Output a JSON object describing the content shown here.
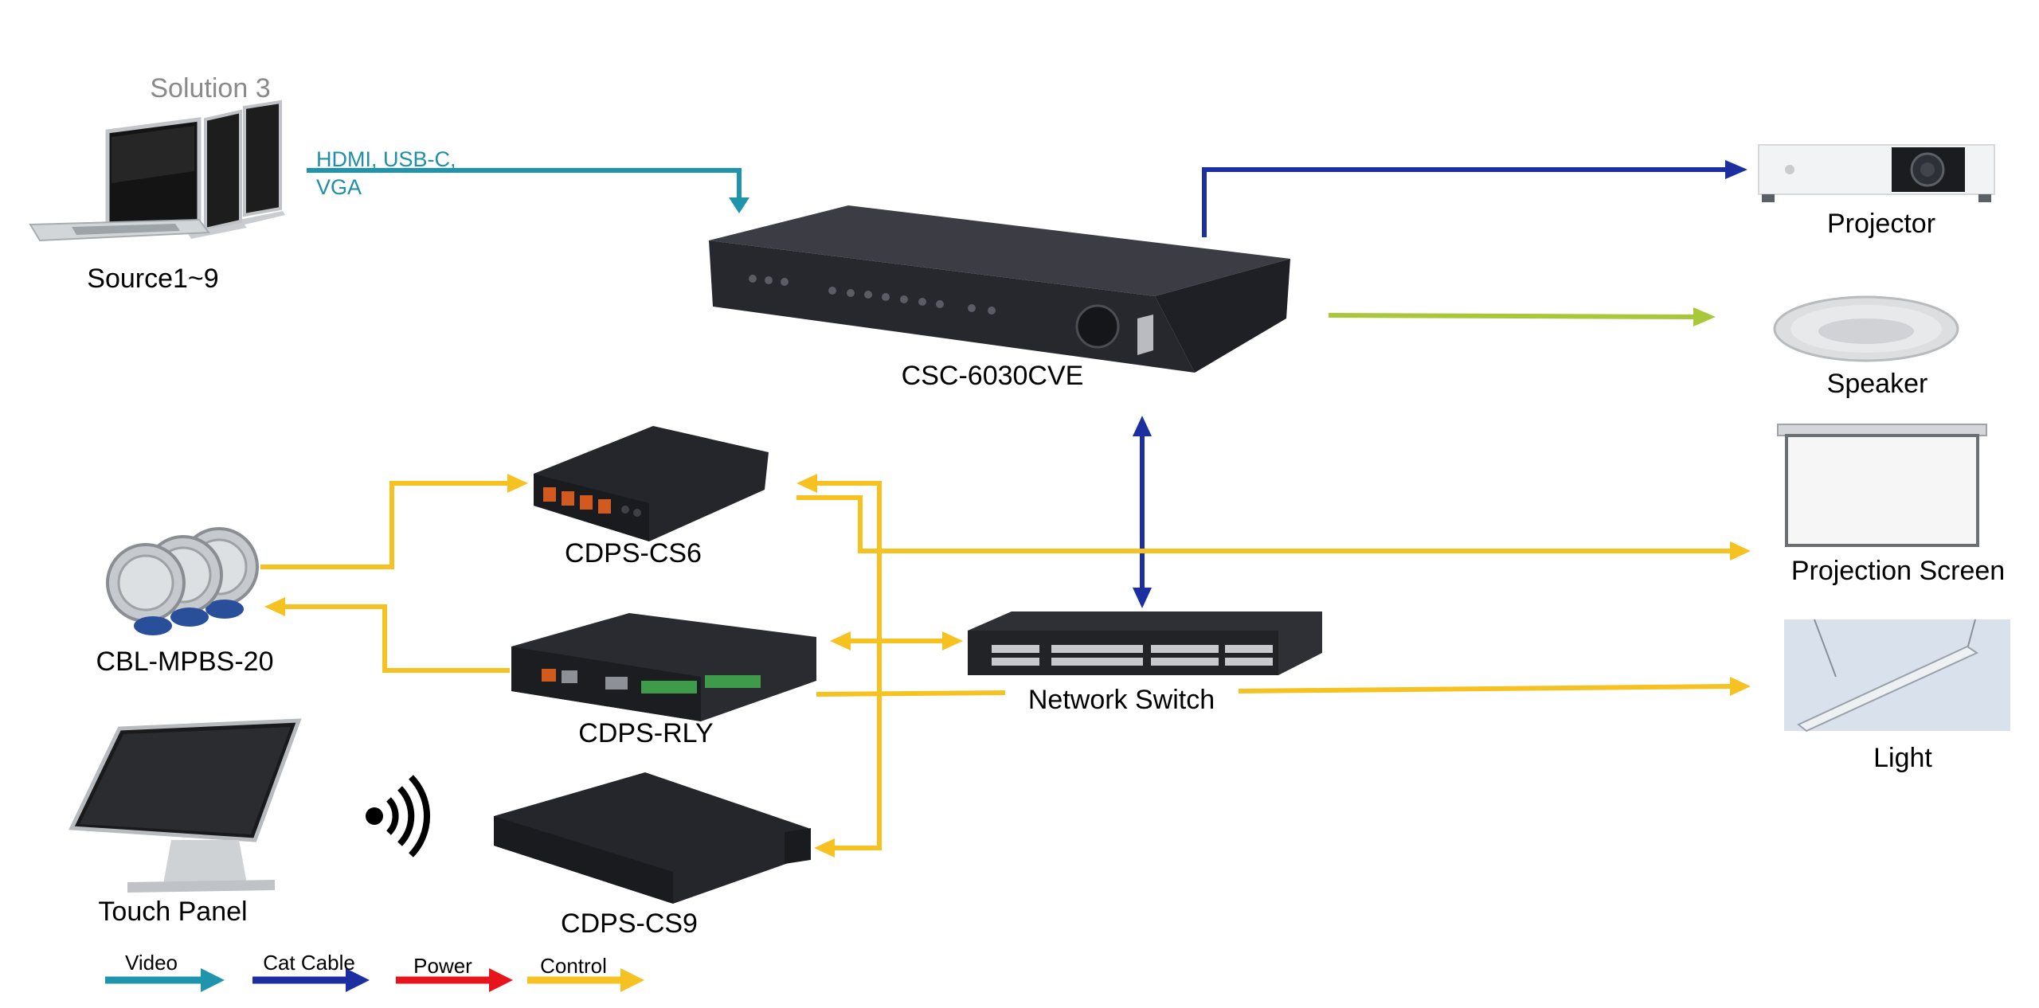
{
  "solution_label": "Solution 3",
  "link_label": {
    "line1": "HDMI, USB-C,",
    "line2": "VGA"
  },
  "devices": {
    "source": "Source1~9",
    "matrix": "CSC-6030CVE",
    "cs6": "CDPS-CS6",
    "mpbs": "CBL-MPBS-20",
    "rly": "CDPS-RLY",
    "touch": "Touch Panel",
    "cs9": "CDPS-CS9",
    "switch": "Network Switch",
    "projector": "Projector",
    "speaker": "Speaker",
    "screen": "Projection Screen",
    "light": "Light"
  },
  "legend": [
    {
      "label": "Video",
      "color": "#1f94ad"
    },
    {
      "label": "Cat Cable",
      "color": "#1c2fa0"
    },
    {
      "label": "Power",
      "color": "#e8141b"
    },
    {
      "label": "Control",
      "color": "#f6c221"
    }
  ],
  "colors": {
    "video": "#1f94ad",
    "cat": "#1c2fa0",
    "power": "#e8141b",
    "control": "#f6c221",
    "audio": "#a8c83a"
  }
}
